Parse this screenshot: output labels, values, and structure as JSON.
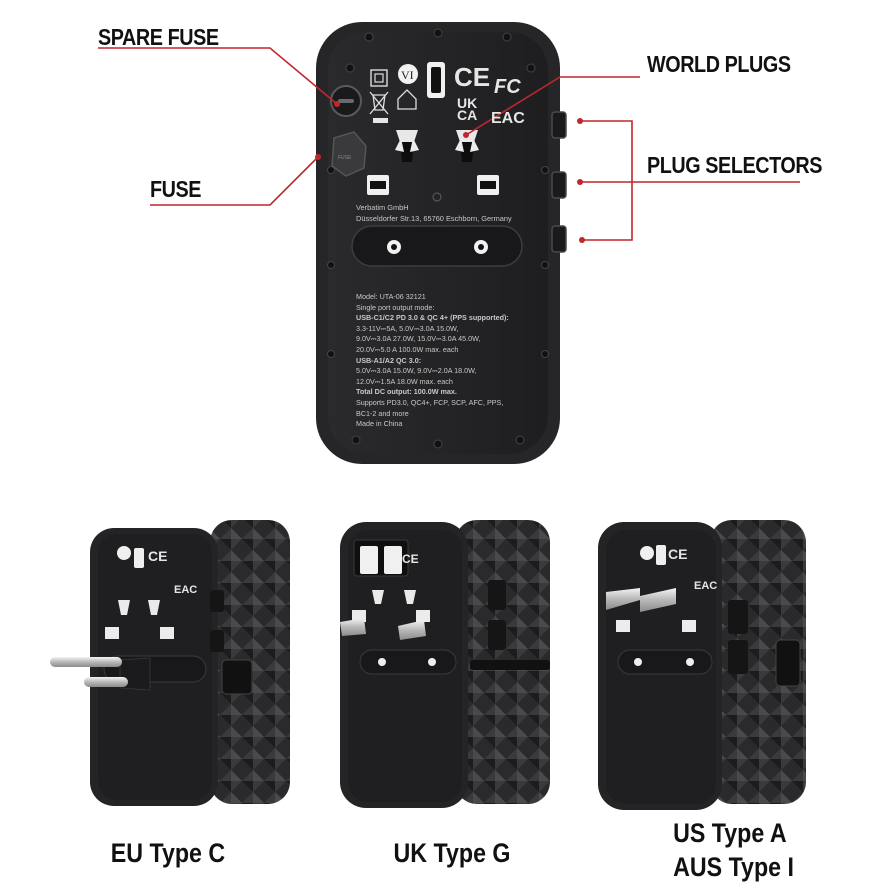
{
  "callouts": {
    "spare_fuse": "SPARE FUSE",
    "fuse": "FUSE",
    "world_plugs": "WORLD PLUGS",
    "plug_selectors": "PLUG SELECTORS"
  },
  "colors": {
    "leader_line": "#c0272d",
    "device_body": "#2b2b2d",
    "device_face": "#1f1f21"
  },
  "device": {
    "maker_name": "Verbatim GmbH",
    "maker_address": "Düsseldorfer Str.13, 65760 Eschborn, Germany",
    "cert_ce": "CE",
    "cert_fc": "FC",
    "cert_ukca_top": "UK",
    "cert_ukca_bottom": "CA",
    "cert_eac": "EAC",
    "cert_vi": "VI",
    "spec_lines": [
      "Model: UTA-06 32121",
      "Single port output mode:",
      "USB-C1/C2 PD 3.0 & QC 4+ (PPS supported):",
      "3.3-11V⎓5A, 5.0V⎓3.0A 15.0W,",
      "9.0V⎓3.0A 27.0W, 15.0V⎓3.0A 45.0W,",
      "20.0V⎓5.0 A 100.0W max. each",
      "USB-A1/A2 QC 3.0:",
      "5.0V⎓3.0A 15.0W, 9.0V⎓2.0A 18.0W,",
      "12.0V⎓1.5A 18.0W max. each",
      "Total DC output: 100.0W max.",
      "Supports PD3.0, QC4+, FCP, SCP, AFC, PPS,",
      "BC1-2 and more",
      "Made in China"
    ]
  },
  "variants": [
    {
      "caption": "EU Type C"
    },
    {
      "caption": "UK Type G"
    },
    {
      "caption_line1": "US Type A",
      "caption_line2": "AUS Type I"
    }
  ]
}
